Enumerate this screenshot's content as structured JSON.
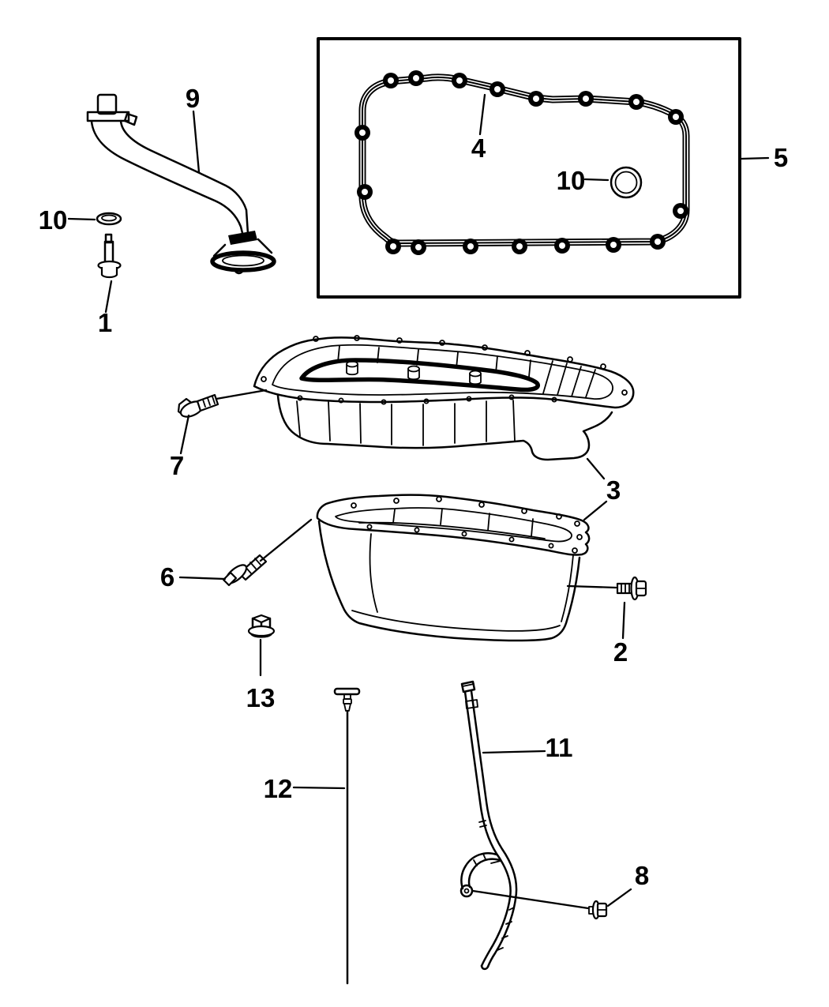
{
  "diagram": {
    "background_color": "#ffffff",
    "line_color": "#000000",
    "callouts": [
      {
        "number": "9"
      },
      {
        "number": "10"
      },
      {
        "number": "1"
      },
      {
        "number": "4"
      },
      {
        "number": "10"
      },
      {
        "number": "5"
      },
      {
        "number": "7"
      },
      {
        "number": "3"
      },
      {
        "number": "6"
      },
      {
        "number": "2"
      },
      {
        "number": "13"
      },
      {
        "number": "12"
      },
      {
        "number": "11"
      },
      {
        "number": "8"
      }
    ]
  }
}
